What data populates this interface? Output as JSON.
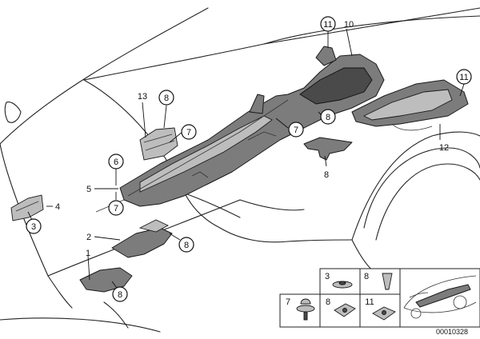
{
  "callouts": {
    "c1": "1",
    "c2": "2",
    "c3": "3",
    "c4": "4",
    "c5": "5",
    "c6": "6",
    "c7a": "7",
    "c7b": "7",
    "c7c": "7",
    "c8a": "8",
    "c8b": "8",
    "c8c": "8",
    "c8d": "8",
    "c8e": "8",
    "c10": "10",
    "c11a": "11",
    "c11b": "11",
    "c12": "12",
    "c13": "13"
  },
  "legend": {
    "n3": "3",
    "n7": "7",
    "n8a": "8",
    "n8b": "8",
    "n11": "11"
  },
  "reference": "00010328"
}
